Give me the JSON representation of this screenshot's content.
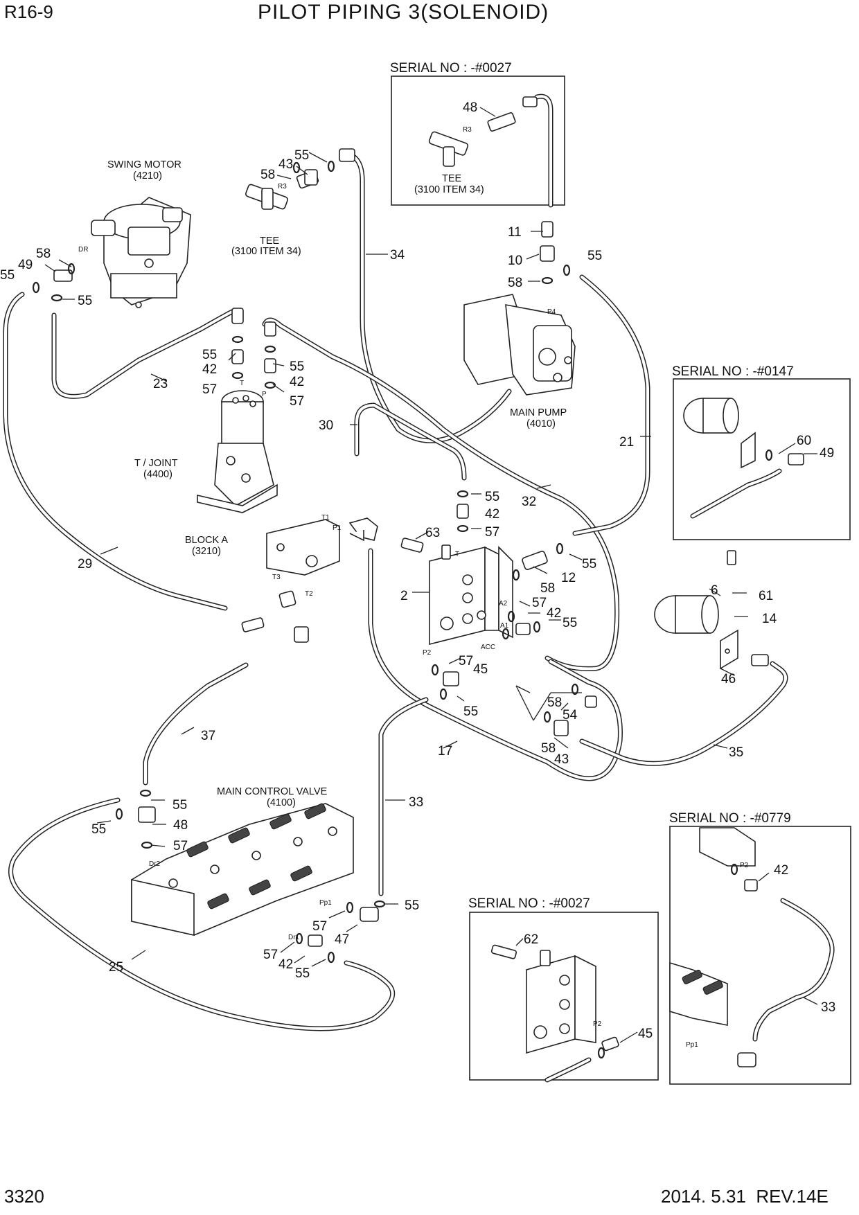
{
  "header": {
    "page_code": "R16-9",
    "title": "PILOT PIPING 3(SOLENOID)"
  },
  "footer": {
    "page_number": "3320",
    "revision": "2014. 5.31  REV.14E"
  },
  "components": {
    "swing_motor": {
      "name": "SWING MOTOR",
      "code": "(4210)"
    },
    "tee_main": {
      "name": "TEE",
      "code": "(3100 ITEM 34)"
    },
    "tee_inset": {
      "name": "TEE",
      "code": "(3100 ITEM 34)"
    },
    "main_pump": {
      "name": "MAIN PUMP",
      "code": "(4010)"
    },
    "t_joint": {
      "name": "T / JOINT",
      "code": "(4400)"
    },
    "block_a": {
      "name": "BLOCK A",
      "code": "(3210)"
    },
    "main_control_valve": {
      "name": "MAIN CONTROL VALVE",
      "code": "(4100)"
    }
  },
  "insets": {
    "top": {
      "serial": "SERIAL NO : -#0027"
    },
    "accumulator": {
      "serial": "SERIAL NO : -#0147"
    },
    "solenoid": {
      "serial": "SERIAL NO : -#0027"
    },
    "mcv": {
      "serial": "SERIAL NO : -#0779"
    }
  },
  "ports": {
    "dr": "DR",
    "r3": "R3",
    "r3_inset": "R3",
    "t": "T",
    "p": "P",
    "p4": "P4",
    "t1": "T1",
    "p1": "P1",
    "t3": "T3",
    "t2": "T2",
    "t_block": "T",
    "a2": "A2",
    "a1": "A1",
    "acc": "ACC",
    "p2": "P2",
    "dr2": "Dr2",
    "pp1": "Pp1",
    "dr1": "Dr1",
    "p2_inset": "P2",
    "p2_mcv": "P2",
    "pp1_mcv": "Pp1"
  },
  "callouts": {
    "c55_top": "55",
    "c43_top": "43",
    "c58_tee": "58",
    "c34": "34",
    "c48_inset": "48",
    "c58_swing": "58",
    "c49_swing": "49",
    "c55_swing_a": "55",
    "c55_swing_b": "55",
    "c55_tj_l": "55",
    "c42_tj_l": "42",
    "c57_tj_l": "57",
    "c55_tj_r": "55",
    "c42_tj_r": "42",
    "c57_tj_r": "57",
    "c23": "23",
    "c11": "11",
    "c10": "10",
    "c55_pump": "55",
    "c58_pump": "58",
    "c21": "21",
    "c60": "60",
    "c49_acc": "49",
    "c30": "30",
    "c32": "32",
    "c55_blk": "55",
    "c42_blk": "42",
    "c57_blk": "57",
    "c63": "63",
    "c55_r": "55",
    "c58_r": "58",
    "c12": "12",
    "c29": "29",
    "c2": "2",
    "c6": "6",
    "c61": "61",
    "c14": "14",
    "c57_a": "57",
    "c42_a": "42",
    "c55_a": "55",
    "c57_p2": "57",
    "c45": "45",
    "c55_p2": "55",
    "c46": "46",
    "c58_b": "58",
    "c54": "54",
    "c58_c": "58",
    "c43_b": "43",
    "c37": "37",
    "c17": "17",
    "c35": "35",
    "c33": "33",
    "c55_mcv_a": "55",
    "c48_mcv": "48",
    "c55_mcv_b": "55",
    "c57_mcv": "57",
    "c55_pp1": "55",
    "c57_pp1": "57",
    "c47": "47",
    "c57_dr1": "57",
    "c42_dr1": "42",
    "c55_dr1": "55",
    "c25": "25",
    "c62": "62",
    "c45_inset": "45",
    "c42_mcv_inset": "42",
    "c33_inset": "33"
  }
}
